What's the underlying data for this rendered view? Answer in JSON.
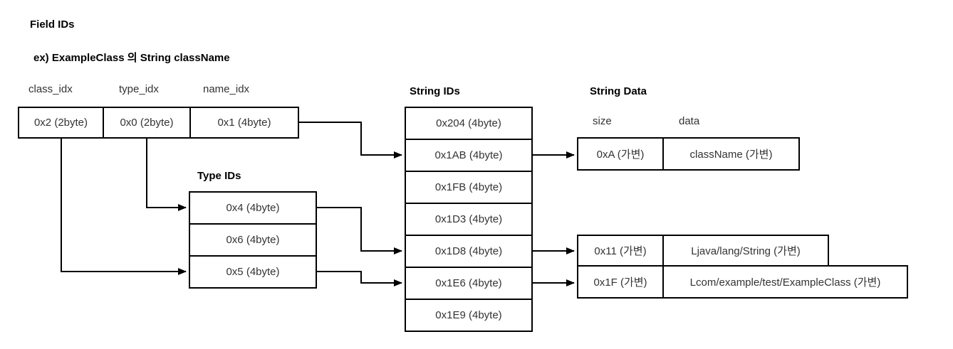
{
  "title": "Field IDs",
  "subtitle": "ex) ExampleClass 의 String className",
  "field_record": {
    "columns": [
      {
        "label": "class_idx",
        "value": "0x2 (2byte)"
      },
      {
        "label": "type_idx",
        "value": "0x0 (2byte)"
      },
      {
        "label": "name_idx",
        "value": "0x1 (4byte)"
      }
    ]
  },
  "type_ids": {
    "title": "Type IDs",
    "rows": [
      "0x4 (4byte)",
      "0x6 (4byte)",
      "0x5 (4byte)"
    ]
  },
  "string_ids": {
    "title": "String IDs",
    "rows": [
      "0x204 (4byte)",
      "0x1AB (4byte)",
      "0x1FB (4byte)",
      "0x1D3 (4byte)",
      "0x1D8 (4byte)",
      "0x1E6 (4byte)",
      "0x1E9 (4byte)"
    ]
  },
  "string_data": {
    "title": "String Data",
    "size_header": "size",
    "data_header": "data",
    "rows": [
      {
        "size": "0xA (가변)",
        "data": "className (가변)"
      },
      {
        "size": "0x11 (가변)",
        "data": "Ljava/lang/String (가변)"
      },
      {
        "size": "0x1F (가변)",
        "data": "Lcom/example/test/ExampleClass (가변)"
      }
    ]
  },
  "connectors": [
    {
      "from": "field_record.name_idx",
      "to": "string_ids.0x1AB"
    },
    {
      "from": "field_record.type_idx",
      "to": "type_ids.0x4"
    },
    {
      "from": "field_record.class_idx",
      "to": "type_ids.0x5"
    },
    {
      "from": "type_ids.0x4",
      "to": "string_ids.0x1D8"
    },
    {
      "from": "type_ids.0x5",
      "to": "string_ids.0x1E6"
    },
    {
      "from": "string_ids.0x1AB",
      "to": "string_data.row_className"
    },
    {
      "from": "string_ids.0x1D8",
      "to": "string_data.row_ljava_lang_string"
    },
    {
      "from": "string_ids.0x1E6",
      "to": "string_data.row_lcom_example_test_exampleclass"
    }
  ],
  "colors": {
    "background": "#ffffff",
    "line": "#000000",
    "border": "#000000",
    "heading_text": "#000000",
    "cell_text": "#333333"
  }
}
